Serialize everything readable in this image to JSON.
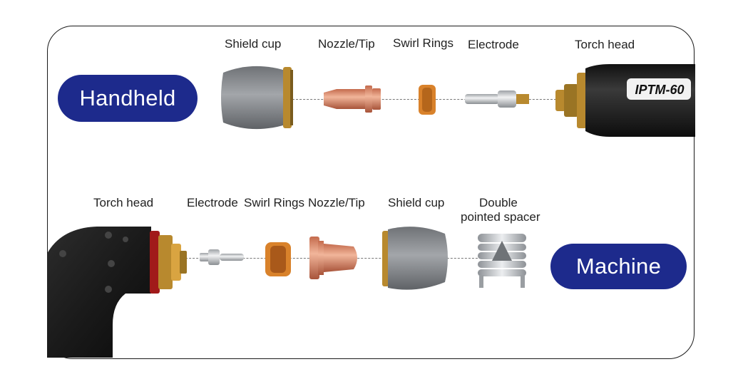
{
  "handheld": {
    "badge": "Handheld",
    "labels": {
      "shield_cup": "Shield cup",
      "nozzle_tip": "Nozzle/Tip",
      "swirl_rings": "Swirl Rings",
      "electrode": "Electrode",
      "torch_head": "Torch head"
    },
    "torch_brand": "IPTM-60"
  },
  "machine": {
    "badge": "Machine",
    "labels": {
      "torch_head": "Torch head",
      "electrode": "Electrode",
      "swirl_rings": "Swirl Rings",
      "nozzle_tip": "Nozzle/Tip",
      "shield_cup": "Shield cup",
      "spacer_line1": "Double",
      "spacer_line2": "pointed spacer"
    }
  },
  "colors": {
    "badge": "#1d2a8c",
    "shield_gray": "#7d8084",
    "copper": "#d5876a",
    "swirl_orange": "#d9822b",
    "silver": "#c9ccd0",
    "torch_black": "#1b1b1b",
    "brass": "#b8892e"
  }
}
